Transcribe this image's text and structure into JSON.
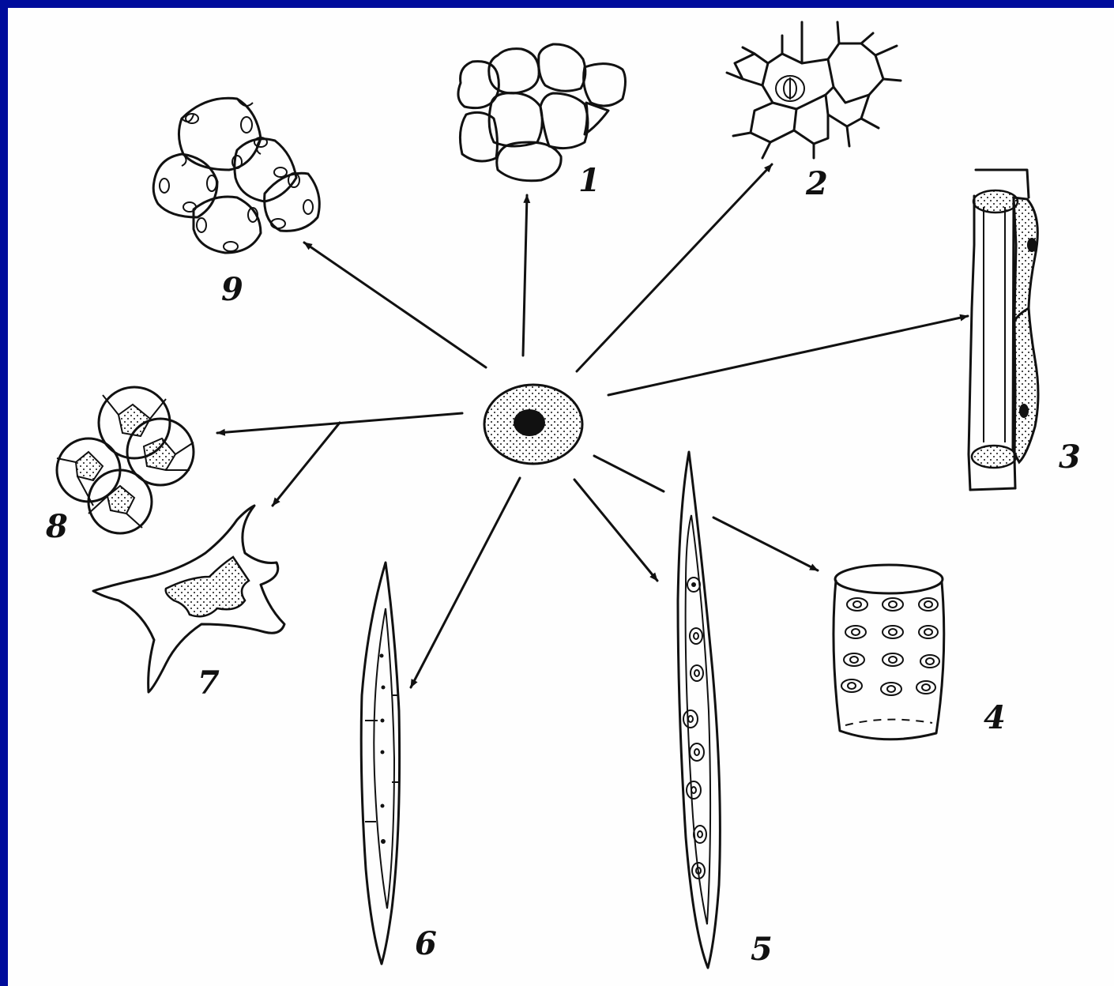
{
  "diagram": {
    "labels": [
      "1",
      "2",
      "3",
      "4",
      "5",
      "6",
      "7",
      "8",
      "9"
    ],
    "colors": {
      "border": "#000c9c",
      "paper": "#fefefe",
      "ink": "#111111"
    }
  }
}
